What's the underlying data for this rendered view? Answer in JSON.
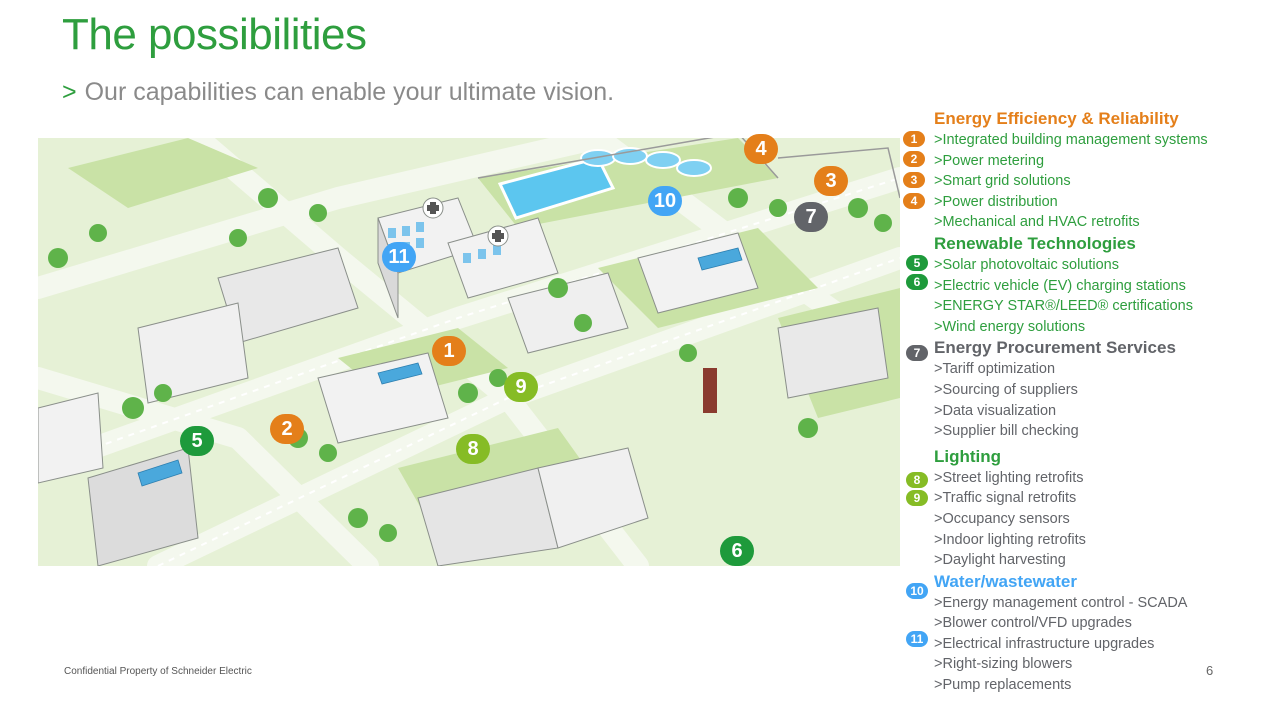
{
  "title": "The possibilities",
  "subtitle": {
    "marker": ">",
    "text": "Our capabilities can enable your ultimate vision."
  },
  "map_markers": [
    {
      "label": "4",
      "color": "#e47f1a"
    },
    {
      "label": "3",
      "color": "#e47f1a"
    },
    {
      "label": "10",
      "color": "#42a5f5"
    },
    {
      "label": "7",
      "color": "#626469"
    },
    {
      "label": "11",
      "color": "#42a5f5"
    },
    {
      "label": "1",
      "color": "#e47f1a"
    },
    {
      "label": "9",
      "color": "#86bc25"
    },
    {
      "label": "2",
      "color": "#e47f1a"
    },
    {
      "label": "5",
      "color": "#1e9a3b"
    },
    {
      "label": "8",
      "color": "#86bc25"
    },
    {
      "label": "6",
      "color": "#1e9a3b"
    }
  ],
  "legend": {
    "energy": {
      "title": "Energy Efficiency & Reliability",
      "items": [
        ">Integrated building management systems",
        ">Power metering",
        ">Smart grid solutions",
        ">Power distribution",
        ">Mechanical and HVAC retrofits"
      ],
      "badges": [
        "1",
        "2",
        "3",
        "4"
      ]
    },
    "renewable": {
      "title": "Renewable Technologies",
      "items": [
        ">Solar photovoltaic solutions",
        ">Electric vehicle (EV) charging stations",
        ">ENERGY STAR®/LEED® certifications",
        ">Wind energy solutions"
      ],
      "badges": [
        "5",
        "6"
      ]
    },
    "procurement": {
      "title": "Energy Procurement Services",
      "items": [
        ">Tariff optimization",
        ">Sourcing of suppliers",
        ">Data visualization",
        ">Supplier bill checking"
      ],
      "badges": [
        "7"
      ]
    },
    "lighting": {
      "title": "Lighting",
      "items": [
        ">Street lighting retrofits",
        ">Traffic signal retrofits",
        ">Occupancy sensors",
        ">Indoor lighting retrofits",
        ">Daylight harvesting"
      ],
      "badges": [
        "8",
        "9"
      ]
    },
    "water": {
      "title": "Water/wastewater",
      "items": [
        ">Energy management  control - SCADA",
        ">Blower control/VFD upgrades",
        ">Electrical infrastructure upgrades",
        ">Right-sizing blowers",
        ">Pump replacements"
      ],
      "badges": [
        "10",
        "11"
      ]
    }
  },
  "footer": "Confidential Property of Schneider Electric",
  "page_number": "6"
}
